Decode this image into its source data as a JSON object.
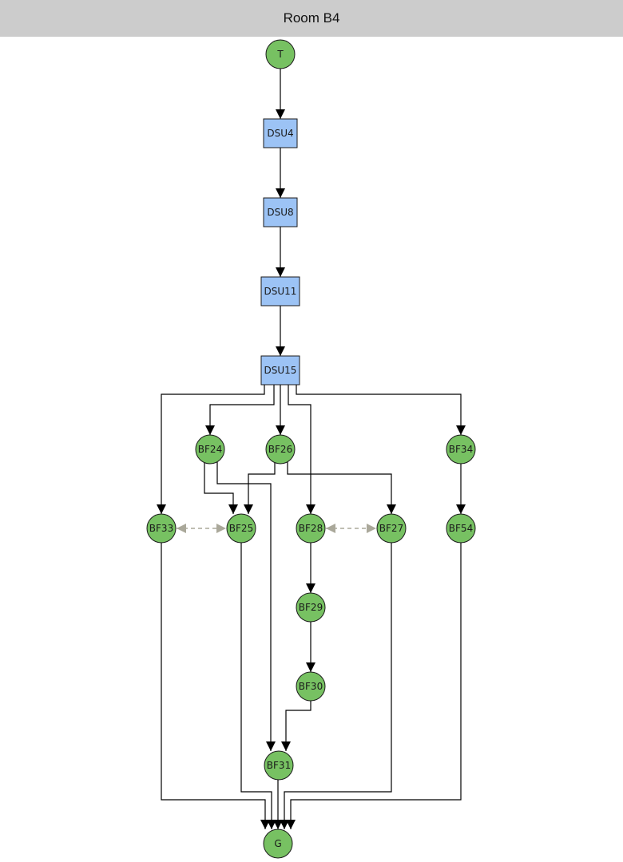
{
  "header": {
    "title": "Room B4"
  },
  "colors": {
    "circle_fill": "#77c162",
    "box_fill": "#9cc3f5",
    "stroke": "#1a1a1a",
    "edge": "#000000",
    "dashed_edge": "#aaa89a"
  },
  "nodes": [
    {
      "id": "T",
      "label": "T",
      "shape": "circle"
    },
    {
      "id": "DSU4",
      "label": "DSU4",
      "shape": "box"
    },
    {
      "id": "DSU8",
      "label": "DSU8",
      "shape": "box"
    },
    {
      "id": "DSU11",
      "label": "DSU11",
      "shape": "box"
    },
    {
      "id": "DSU15",
      "label": "DSU15",
      "shape": "box"
    },
    {
      "id": "BF24",
      "label": "BF24",
      "shape": "circle"
    },
    {
      "id": "BF26",
      "label": "BF26",
      "shape": "circle"
    },
    {
      "id": "BF34",
      "label": "BF34",
      "shape": "circle"
    },
    {
      "id": "BF33",
      "label": "BF33",
      "shape": "circle"
    },
    {
      "id": "BF25",
      "label": "BF25",
      "shape": "circle"
    },
    {
      "id": "BF28",
      "label": "BF28",
      "shape": "circle"
    },
    {
      "id": "BF27",
      "label": "BF27",
      "shape": "circle"
    },
    {
      "id": "BF54",
      "label": "BF54",
      "shape": "circle"
    },
    {
      "id": "BF29",
      "label": "BF29",
      "shape": "circle"
    },
    {
      "id": "BF30",
      "label": "BF30",
      "shape": "circle"
    },
    {
      "id": "BF31",
      "label": "BF31",
      "shape": "circle"
    },
    {
      "id": "G",
      "label": "G",
      "shape": "circle"
    }
  ],
  "edges": [
    {
      "from": "T",
      "to": "DSU4",
      "style": "solid"
    },
    {
      "from": "DSU4",
      "to": "DSU8",
      "style": "solid"
    },
    {
      "from": "DSU8",
      "to": "DSU11",
      "style": "solid"
    },
    {
      "from": "DSU11",
      "to": "DSU15",
      "style": "solid"
    },
    {
      "from": "DSU15",
      "to": "BF33",
      "style": "solid"
    },
    {
      "from": "DSU15",
      "to": "BF24",
      "style": "solid"
    },
    {
      "from": "DSU15",
      "to": "BF26",
      "style": "solid"
    },
    {
      "from": "DSU15",
      "to": "BF28",
      "style": "solid"
    },
    {
      "from": "DSU15",
      "to": "BF34",
      "style": "solid"
    },
    {
      "from": "BF24",
      "to": "BF25",
      "style": "solid"
    },
    {
      "from": "BF24",
      "to": "BF31",
      "style": "solid"
    },
    {
      "from": "BF26",
      "to": "BF25",
      "style": "solid"
    },
    {
      "from": "BF26",
      "to": "BF27",
      "style": "solid"
    },
    {
      "from": "BF34",
      "to": "BF54",
      "style": "solid"
    },
    {
      "from": "BF28",
      "to": "BF29",
      "style": "solid"
    },
    {
      "from": "BF29",
      "to": "BF30",
      "style": "solid"
    },
    {
      "from": "BF30",
      "to": "BF31",
      "style": "solid"
    },
    {
      "from": "BF33",
      "to": "G",
      "style": "solid"
    },
    {
      "from": "BF25",
      "to": "G",
      "style": "solid"
    },
    {
      "from": "BF31",
      "to": "G",
      "style": "solid"
    },
    {
      "from": "BF27",
      "to": "G",
      "style": "solid"
    },
    {
      "from": "BF54",
      "to": "G",
      "style": "solid"
    },
    {
      "from": "BF33",
      "to": "BF25",
      "style": "dashed-bidirectional"
    },
    {
      "from": "BF28",
      "to": "BF27",
      "style": "dashed-bidirectional"
    }
  ]
}
